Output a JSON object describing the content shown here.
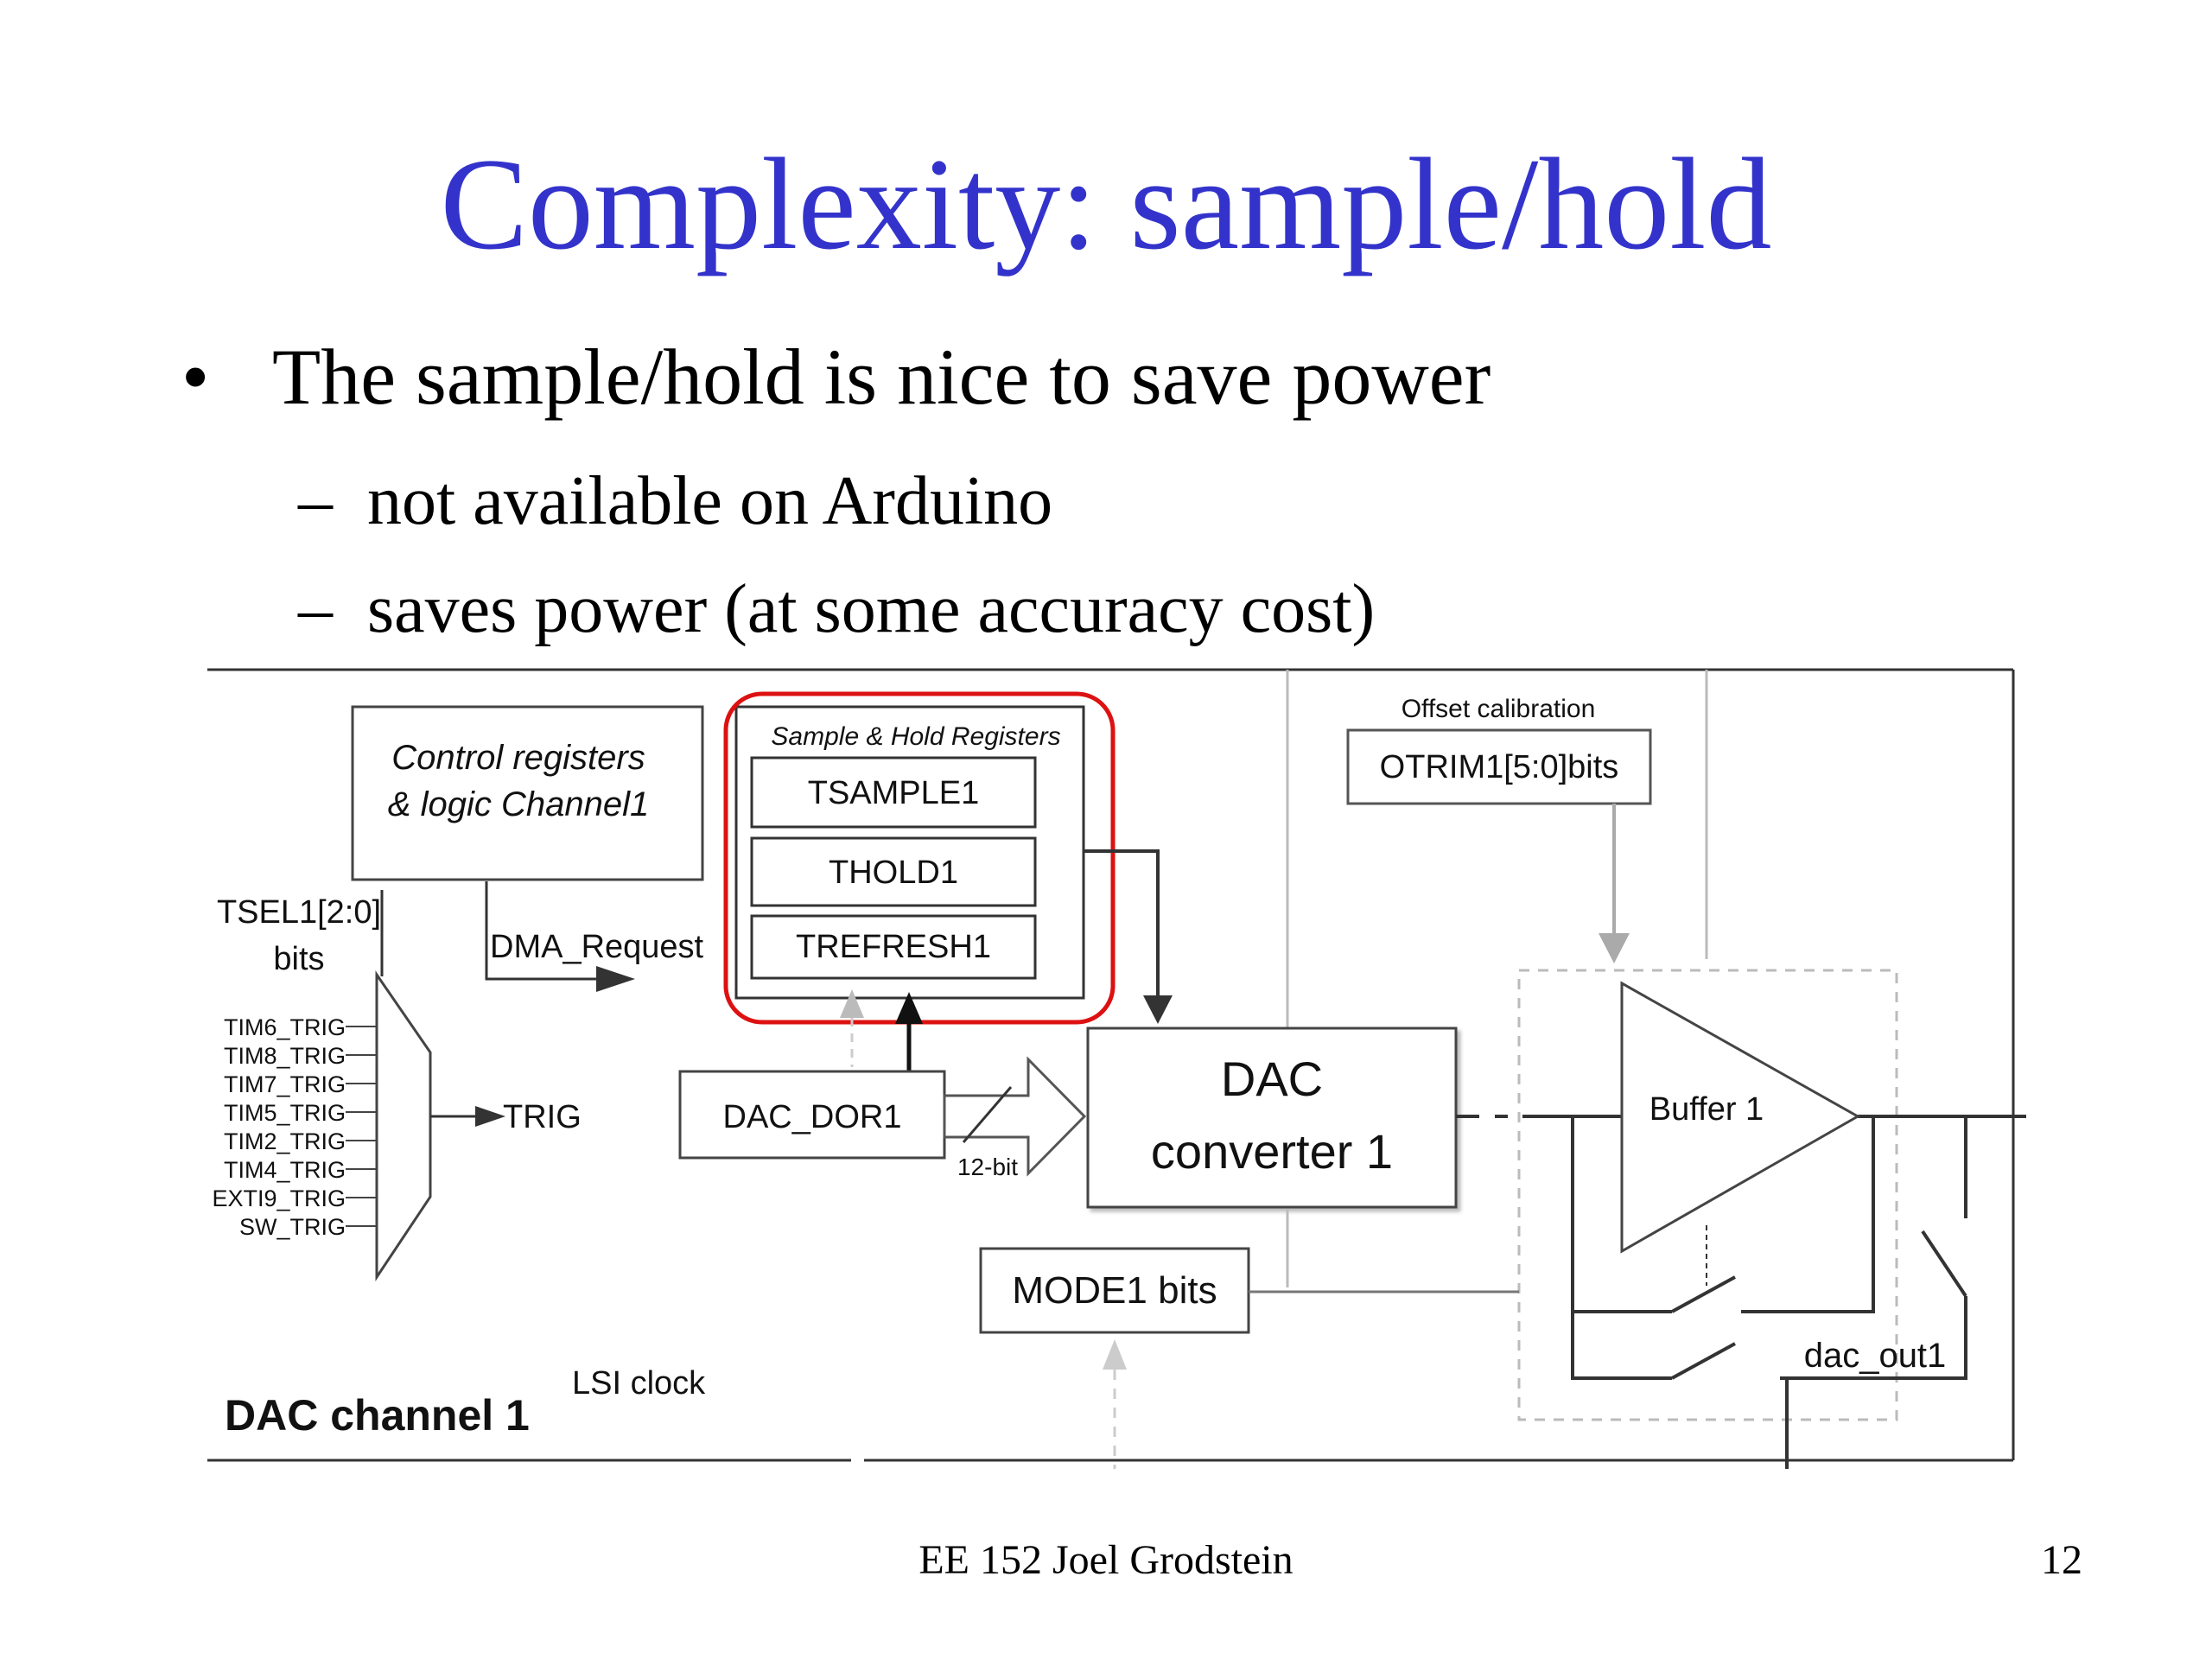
{
  "slide": {
    "title": "Complexity: sample/hold",
    "bullet": "The sample/hold is nice to save power",
    "bullet_marker": "•",
    "subbullet_marker": "–",
    "subbullets": [
      "not available on Arduino",
      "saves power (at some accuracy cost)"
    ],
    "footer": "EE 152 Joel Grodstein",
    "page_number": "12"
  },
  "diagram": {
    "control_line1": "Control  registers",
    "control_line2": "& logic  Channel1",
    "sh_registers_label": "Sample & Hold Registers",
    "tsample": "TSAMPLE1",
    "thold": "THOLD1",
    "trefresh": "TREFRESH1",
    "offset_label": "Offset calibration",
    "otrim": "OTRIM1[5:0]bits",
    "tsel_line1": "TSEL1[2:0]",
    "tsel_line2": "bits",
    "dma_request": "DMA_Request",
    "triggers": [
      "TIM6_TRIG",
      "TIM8_TRIG",
      "TIM7_TRIG",
      "TIM5_TRIG",
      "TIM2_TRIG",
      "TIM4_TRIG",
      "EXTI9_TRIG",
      "SW_TRIG"
    ],
    "trig": "TRIG",
    "dac_dor": "DAC_DOR1",
    "bus_width": "12-bit",
    "dac_line1": "DAC",
    "dac_line2": "converter 1",
    "buffer": "Buffer 1",
    "mode": "MODE1 bits",
    "dac_out": "dac_out1",
    "lsi": "LSI clock",
    "channel": "DAC channel 1",
    "highlight_color": "#dd1111",
    "title_color": "#3333cc"
  }
}
